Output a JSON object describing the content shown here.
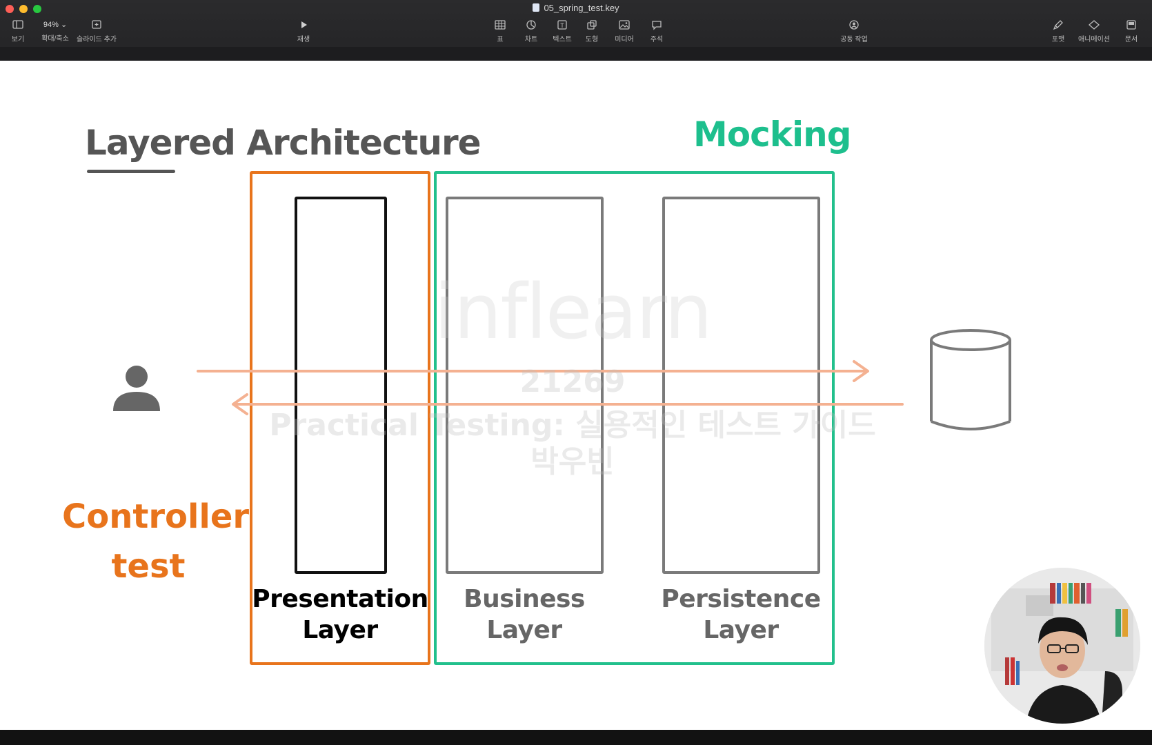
{
  "window": {
    "title": "05_spring_test.key"
  },
  "toolbar": {
    "view_label": "보기",
    "zoom_value": "94%",
    "zoom_label": "확대/축소",
    "add_slide_label": "슬라이드 추가",
    "play_label": "재생",
    "table_label": "표",
    "chart_label": "차트",
    "text_label": "텍스트",
    "shape_label": "도형",
    "media_label": "미디어",
    "comment_label": "주석",
    "collaborate_label": "공동 작업",
    "format_label": "포맷",
    "animate_label": "애니메이션",
    "document_label": "문서"
  },
  "slide": {
    "title": "Layered Architecture",
    "mocking_label": "Mocking",
    "controller_line1": "Controller",
    "controller_line2": "test",
    "presentation_line1": "Presentation",
    "presentation_line2": "Layer",
    "business_line1": "Business",
    "business_line2": "Layer",
    "persistence_line1": "Persistence",
    "persistence_line2": "Layer",
    "icons": {
      "user": "user-icon",
      "database": "database-icon"
    },
    "colors": {
      "orange": "#e8741c",
      "green": "#22c08c",
      "arrow": "#f4b191",
      "gray": "#7a7a7a"
    }
  },
  "watermark": {
    "brand": "inflearn",
    "id": "21269",
    "course": "Practical Testing: 실용적인 테스트 가이드",
    "author": "박우빈"
  }
}
